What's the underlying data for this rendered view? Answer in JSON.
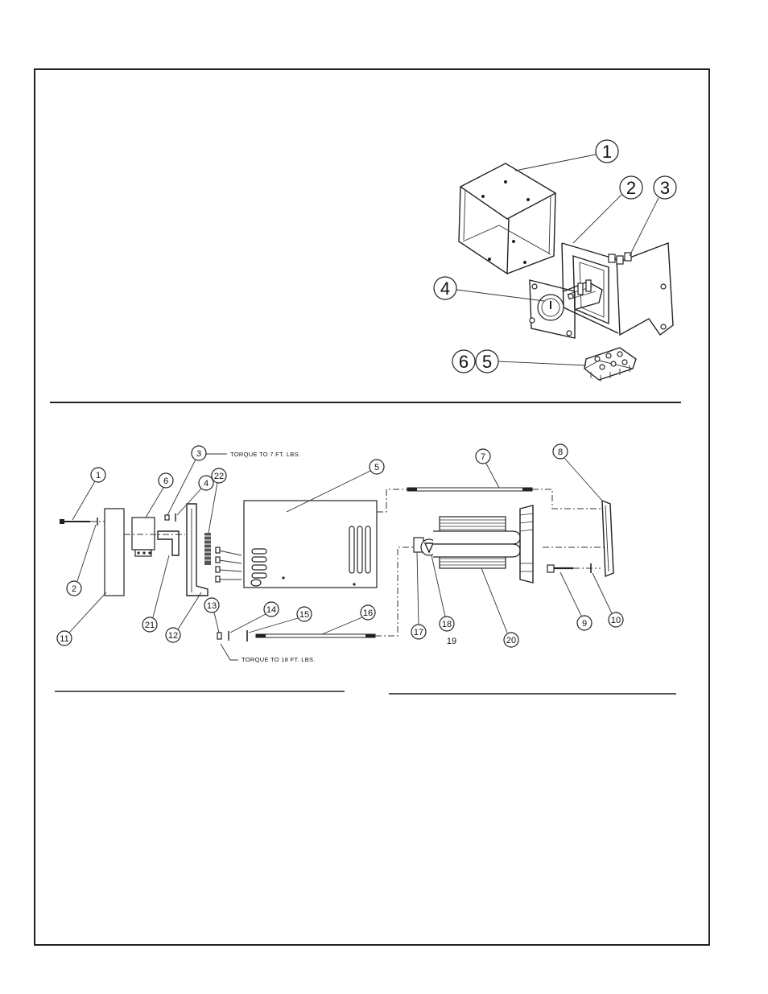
{
  "diagram": {
    "top_callouts": [
      "1",
      "2",
      "3",
      "4",
      "6",
      "5"
    ],
    "bottom_callouts": [
      "1",
      "2",
      "3",
      "4",
      "5",
      "6",
      "7",
      "8",
      "9",
      "10",
      "11",
      "12",
      "13",
      "14",
      "15",
      "16",
      "17",
      "18",
      "19",
      "20",
      "21",
      "22"
    ],
    "notes": {
      "torque_top": "TORQUE TO 7 FT. LBS.",
      "torque_bottom": "TORQUE TO 18 FT. LBS."
    }
  }
}
